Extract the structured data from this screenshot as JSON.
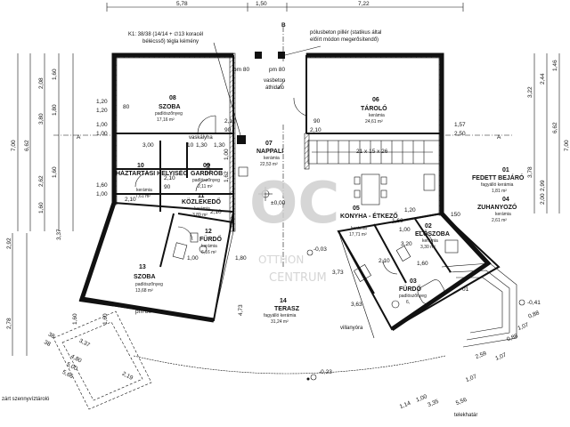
{
  "top_dims": {
    "left": "5,78",
    "mid": "1,50",
    "right": "7,22"
  },
  "axis_b": "B",
  "axis_a": "A",
  "chimney_note": "K1: 38/38 (14/14 + ∅13 koracél bélécsső) tégla kémény",
  "pillar_note": "pólusbeton pillér (statikus által előírt módon megerősítendő)",
  "lintel_note": "vasbeton áthidaló",
  "lintel_small": "vaskályha",
  "pm_labels": [
    "pm 80",
    "pm 80",
    "pm 80"
  ],
  "rooms": [
    {
      "id": "08",
      "name": "SZOBA",
      "sub": "padlószőnyeg",
      "area": "17,16 m²"
    },
    {
      "id": "06",
      "name": "TÁROLÓ",
      "sub": "kerámia",
      "area": "24,61 m²"
    },
    {
      "id": "07",
      "name": "NAPPALI",
      "sub": "kerámia",
      "area": "22,53 m²"
    },
    {
      "id": "10",
      "name": "HÁZTARTÁSI HELYISÉG",
      "sub": "kerámia",
      "area": "7,61 m²"
    },
    {
      "id": "09",
      "name": "GARDRÓB",
      "sub": "padlószőnyeg",
      "area": "2,11 m²"
    },
    {
      "id": "11",
      "name": "KÖZLEKEDŐ",
      "sub": "kerámia",
      "area": "3,89 m²"
    },
    {
      "id": "05",
      "name": "KONYHA - ÉTKEZŐ",
      "sub": "kerámia",
      "area": "17,71 m²"
    },
    {
      "id": "12",
      "name": "FÜRDŐ",
      "sub": "kerámia",
      "area": "6,16 m²"
    },
    {
      "id": "02",
      "name": "ELŐSZOBA",
      "sub": "kerámia",
      "area": "3,30 m²"
    },
    {
      "id": "13",
      "name": "SZOBA",
      "sub": "padlószőnyeg",
      "area": "13,68 m²"
    },
    {
      "id": "14",
      "name": "TERASZ",
      "sub": "fagyálló kerámia",
      "area": "31,24 m²"
    },
    {
      "id": "03",
      "name": "FÜRDŐ",
      "sub": "padlószőnyeg",
      "area": "6,"
    },
    {
      "id": "01",
      "name": "FEDETT BEJÁRÓ",
      "sub": "fagyálló kerámia",
      "area": "1,81 m²"
    },
    {
      "id": "04",
      "name": "ZUHANYOZÓ",
      "sub": "kerámia",
      "area": "2,61 m²"
    }
  ],
  "levels": {
    "zero": "±0,00",
    "l1": "-0,03",
    "l2": "-0,41",
    "l3": "-0,23"
  },
  "stair_label": "21 x 15 x 26",
  "villanyora": "villanyóra",
  "septic": "zárt szennyvíztároló",
  "telekhatar": "telekhatár",
  "left_dims_a": [
    "1,60",
    "1,80",
    "1,60"
  ],
  "left_dims_b": [
    "2,08",
    "3,80",
    "2,62",
    "1,60"
  ],
  "left_dims_c": [
    "7,00",
    "6,62"
  ],
  "left_dims_d": [
    "3,37",
    "2,92",
    "2,78"
  ],
  "right_dims_a": [
    "3,22",
    "2,44",
    "1,46"
  ],
  "right_dims_b": [
    "3,78",
    "2,99",
    "2,00",
    "6,62"
  ],
  "right_dims_c": [
    "7,00"
  ],
  "inner_dims": [
    "1,20",
    "1,20",
    "1,00",
    "1,00",
    "2,10",
    "90",
    "1,57",
    "2,50",
    "2,10",
    "90",
    "3,00",
    "1,30",
    "1,30",
    "10",
    "1,42",
    "1,00",
    "1,62",
    "2,10",
    "90",
    "2,10",
    "1,60",
    "1,00",
    "1,60",
    "1,00",
    "1,20",
    "3,20",
    "2,10",
    "1,60",
    "1,00",
    "2,10",
    "1,80",
    "4,73",
    "3,73",
    "3,63",
    "1,60",
    "1,60"
  ],
  "bottom_left_dims": [
    "3,37",
    "4,80",
    "5,00",
    "5,66",
    "2,19",
    "38",
    "38"
  ],
  "bottom_right_dims": [
    "5,56",
    "3,35",
    "1,07",
    "1,14",
    "1,00",
    "1,07",
    "2,59",
    "0,88",
    "1,07",
    "0,88"
  ],
  "watermark": {
    "logo": "OC",
    "sub1": "OTTHON",
    "sub2": "CENTRUM"
  },
  "small_marks": [
    "150",
    "01",
    "80",
    "60",
    "60"
  ]
}
